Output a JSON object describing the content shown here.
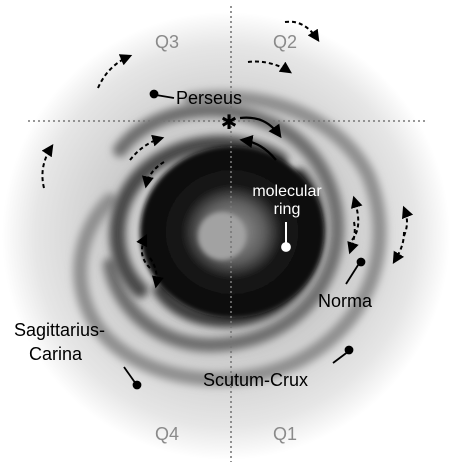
{
  "quadrants": {
    "q1": "Q1",
    "q2": "Q2",
    "q3": "Q3",
    "q4": "Q4"
  },
  "arms": {
    "perseus": "Perseus",
    "norma": "Norma",
    "scutum_crux": "Scutum-Crux",
    "sagittarius_line1": "Sagittarius-",
    "sagittarius_line2": "Carina"
  },
  "center": {
    "line1": "molecular",
    "line2": "ring"
  },
  "sun_symbol": "✱"
}
